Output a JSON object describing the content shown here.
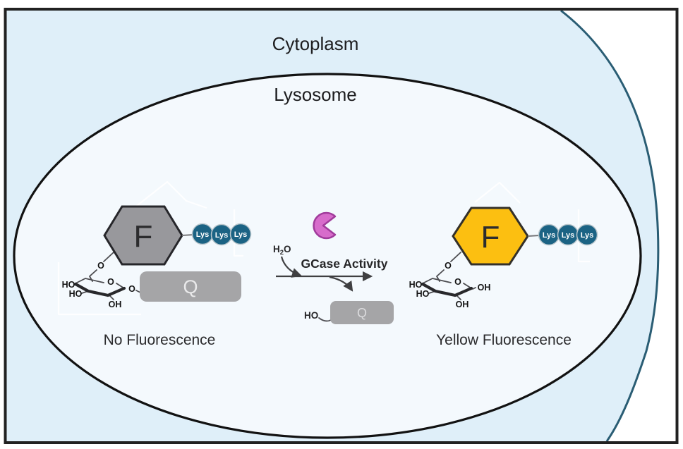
{
  "figure": {
    "cell_label": "Cytoplasm",
    "organelle_label": "Lysosome"
  },
  "substrate": {
    "caption": "No Fluorescence",
    "fluorophore_label": "F",
    "quencher_label": "Q",
    "lysine_label": "Lys",
    "sugar": {
      "o": "O",
      "ho": "HO",
      "oh": "OH"
    }
  },
  "reaction": {
    "enzyme_label": "GCase Activity",
    "water_h": "H",
    "water_sub": "2",
    "water_o": "O",
    "product_ho": "HO",
    "product_q": "Q"
  },
  "product": {
    "caption": "Yellow Fluorescence",
    "fluorophore_label": "F",
    "lysine_label": "Lys",
    "sugar": {
      "o": "O",
      "ho": "HO",
      "oh": "OH"
    }
  },
  "colors": {
    "cytoplasm_fill": "#dfeff9",
    "lysosome_fill": "#f4f9fd",
    "membrane_stroke": "#2a5d74",
    "frame_stroke": "#212121",
    "quenched_fluorophore_fill": "#98989c",
    "active_fluorophore_fill": "#fcbf11",
    "lysine_fill": "#1b6384",
    "quencher_fill": "#a5a5a7",
    "enzyme_fill": "#d76ccb",
    "enzyme_stroke": "#a03b9b"
  }
}
